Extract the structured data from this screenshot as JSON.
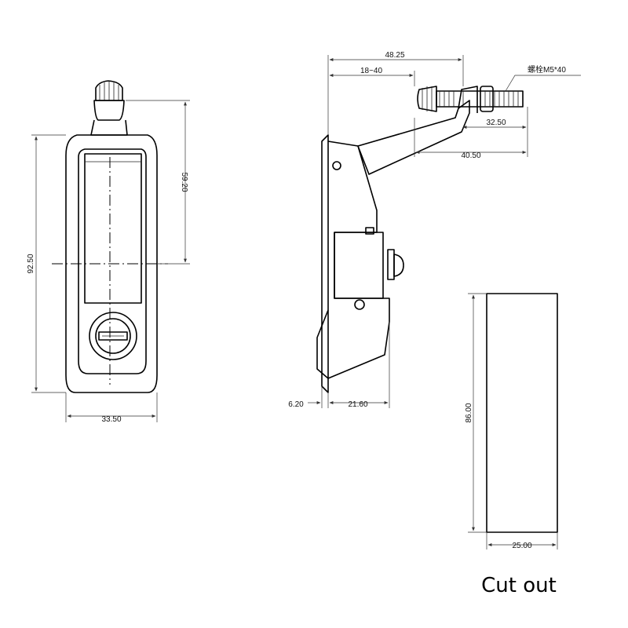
{
  "front_view": {
    "dim_width": "33.50",
    "dim_height": "92.50",
    "dim_handle_length": "59.20"
  },
  "side_view": {
    "dim_overall": "48.25",
    "dim_range": "18~40",
    "dim_bolt": "螺栓M5*40",
    "dim_bracket": "32.50",
    "dim_arm": "40.50",
    "dim_flange": "6.20",
    "dim_depth": "21.60"
  },
  "cutout": {
    "dim_width": "25.00",
    "dim_height": "86.00",
    "label": "Cut out"
  }
}
